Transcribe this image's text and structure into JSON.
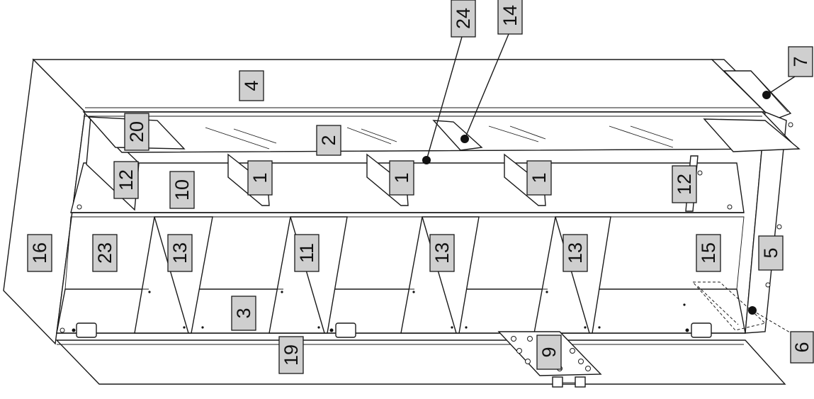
{
  "callouts": [
    {
      "id": "4",
      "text": "4"
    },
    {
      "id": "24",
      "text": "24"
    },
    {
      "id": "14",
      "text": "14"
    },
    {
      "id": "7",
      "text": "7"
    },
    {
      "id": "20",
      "text": "20"
    },
    {
      "id": "2",
      "text": "2"
    },
    {
      "id": "12a",
      "text": "12"
    },
    {
      "id": "10",
      "text": "10"
    },
    {
      "id": "1a",
      "text": "1"
    },
    {
      "id": "1b",
      "text": "1"
    },
    {
      "id": "1c",
      "text": "1"
    },
    {
      "id": "12b",
      "text": "12"
    },
    {
      "id": "16",
      "text": "16"
    },
    {
      "id": "23",
      "text": "23"
    },
    {
      "id": "13a",
      "text": "13"
    },
    {
      "id": "11",
      "text": "11"
    },
    {
      "id": "13b",
      "text": "13"
    },
    {
      "id": "13c",
      "text": "13"
    },
    {
      "id": "15",
      "text": "15"
    },
    {
      "id": "5",
      "text": "5"
    },
    {
      "id": "3",
      "text": "3"
    },
    {
      "id": "6",
      "text": "6"
    },
    {
      "id": "19",
      "text": "19"
    },
    {
      "id": "9",
      "text": "9"
    }
  ]
}
